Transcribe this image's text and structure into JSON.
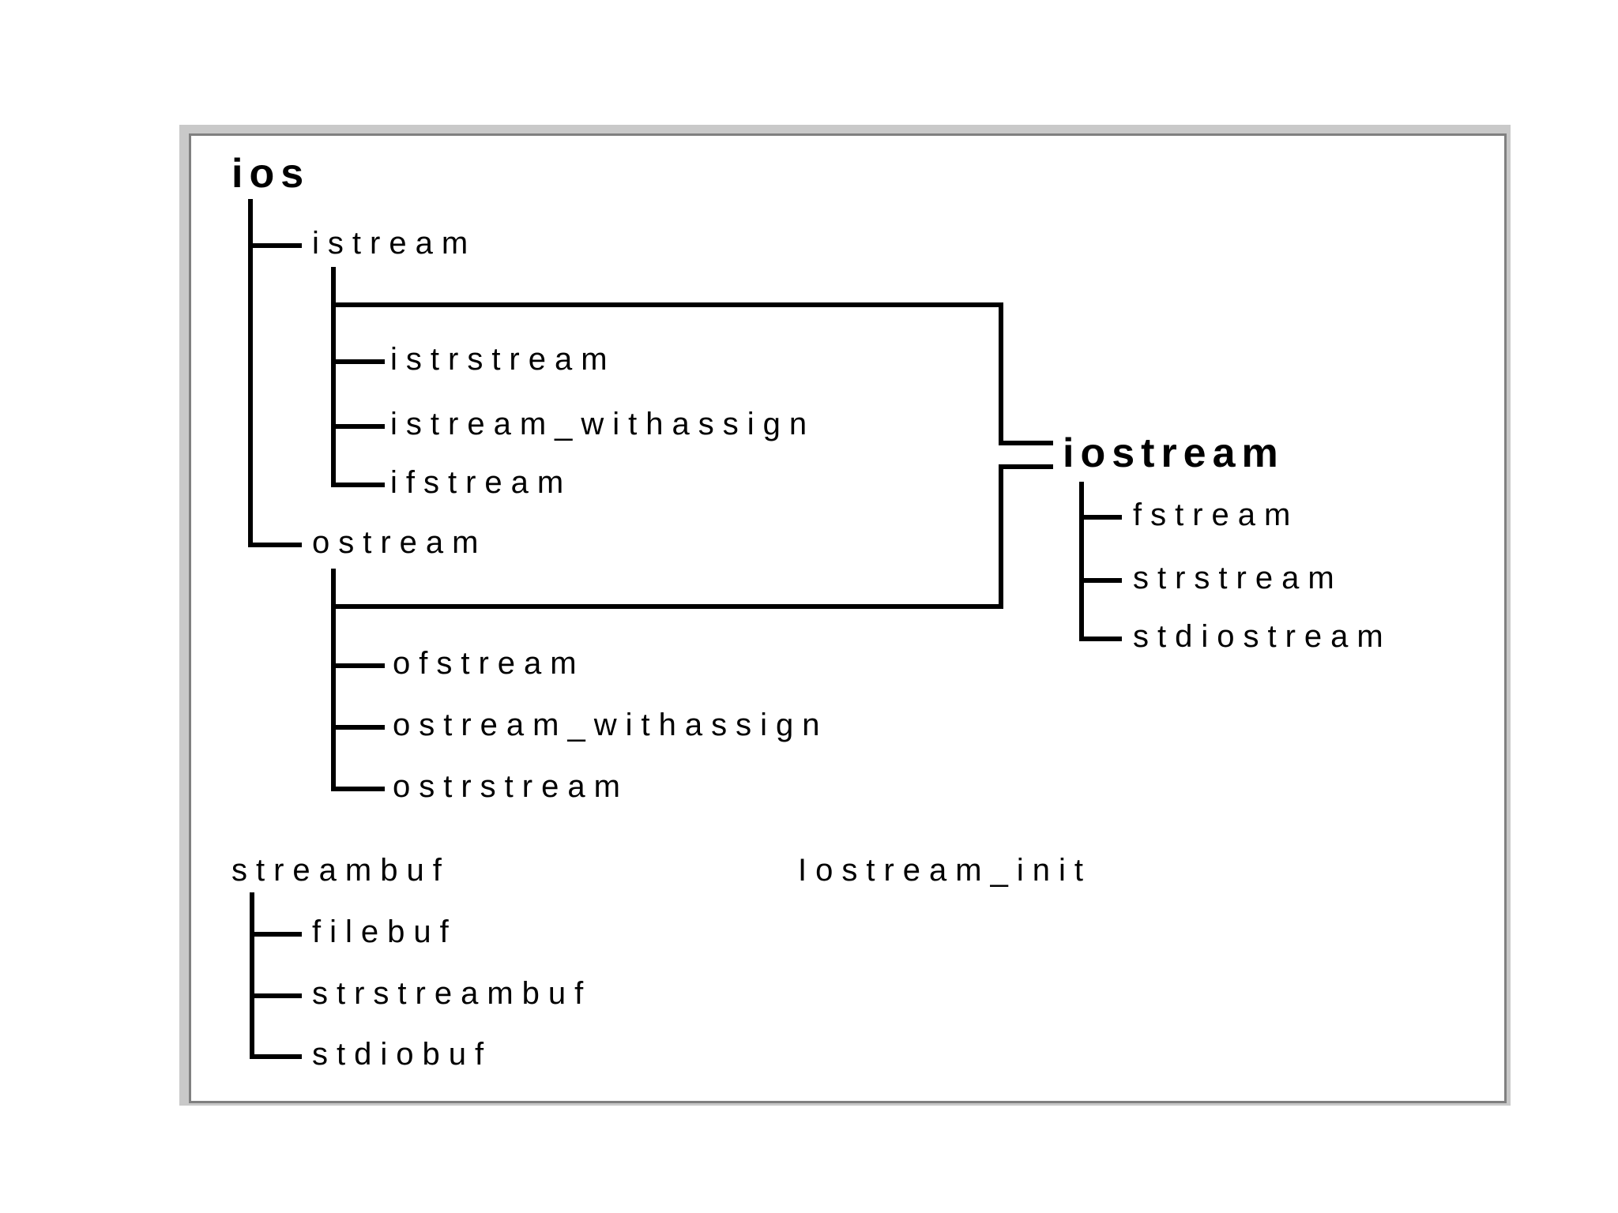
{
  "figure": {
    "type": "class-hierarchy-diagram",
    "colors": {
      "background": "#ffffff",
      "line": "#000000",
      "text": "#000000",
      "frame_border": "#808080",
      "frame_outer_band": "#c9c9c9"
    }
  },
  "nodes": {
    "ios": {
      "label": "ios",
      "emphasis": "bold"
    },
    "istream": {
      "label": "istream"
    },
    "istrstream": {
      "label": "istrstream"
    },
    "istream_withassign": {
      "label": "istream_withassign"
    },
    "ifstream": {
      "label": "ifstream"
    },
    "ostream": {
      "label": "ostream"
    },
    "ofstream": {
      "label": "ofstream"
    },
    "ostream_withassign": {
      "label": "ostream_withassign"
    },
    "ostrstream": {
      "label": "ostrstream"
    },
    "iostream": {
      "label": "iostream",
      "emphasis": "bold"
    },
    "fstream": {
      "label": "fstream"
    },
    "strstream": {
      "label": "strstream"
    },
    "stdiostream": {
      "label": "stdiostream"
    },
    "streambuf": {
      "label": "streambuf"
    },
    "filebuf": {
      "label": "filebuf"
    },
    "strstreambuf": {
      "label": "strstreambuf"
    },
    "stdiobuf": {
      "label": "stdiobuf"
    },
    "iostream_init": {
      "label": "Iostream_init"
    }
  },
  "hierarchy": [
    {
      "parent": "ios",
      "children": [
        "istream",
        "ostream"
      ]
    },
    {
      "parent": "istream",
      "children": [
        "istrstream",
        "istream_withassign",
        "ifstream",
        "iostream"
      ]
    },
    {
      "parent": "ostream",
      "children": [
        "ofstream",
        "ostream_withassign",
        "ostrstream",
        "iostream"
      ]
    },
    {
      "parent": "iostream",
      "children": [
        "fstream",
        "strstream",
        "stdiostream"
      ]
    },
    {
      "parent": "streambuf",
      "children": [
        "filebuf",
        "strstreambuf",
        "stdiobuf"
      ]
    },
    {
      "parent": "iostream_init",
      "children": []
    }
  ]
}
